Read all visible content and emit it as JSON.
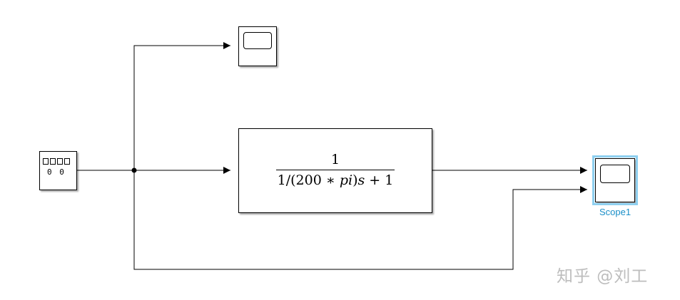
{
  "source_block": {
    "display_text": "0 0"
  },
  "transfer_function": {
    "numerator": "1",
    "denominator_prefix": "1/(200 ∗ ",
    "denominator_pi": "pi",
    "denominator_mid": ")",
    "denominator_s": "s",
    "denominator_suffix": " + 1"
  },
  "scope1": {
    "label": "Scope1"
  },
  "watermark": {
    "text": "知乎 @刘工"
  },
  "colors": {
    "selection_outline": "#8fd0f0",
    "selected_label": "#1a8fc8",
    "line": "#000000",
    "watermark": "#bdbdbd"
  }
}
